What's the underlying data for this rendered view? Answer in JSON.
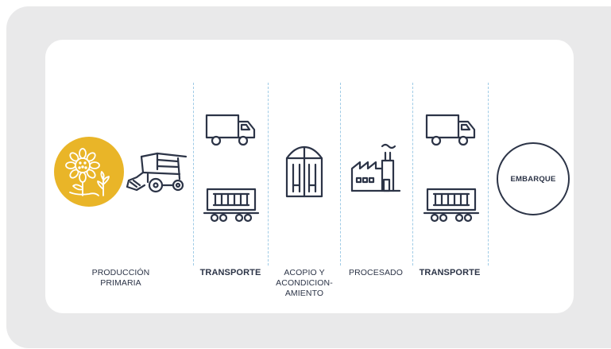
{
  "stages": {
    "produccion": {
      "label_line1": "PRODUCCIÓN",
      "label_line2": "PRIMARIA"
    },
    "transporte1": {
      "label": "TRANSPORTE"
    },
    "acopio": {
      "label_line1": "ACOPIO Y",
      "label_line2": "ACONDICION-",
      "label_line3": "AMIENTO"
    },
    "procesado": {
      "label": "PROCESADO"
    },
    "transporte2": {
      "label": "TRANSPORTE"
    },
    "embarque": {
      "label": "EMBARQUE"
    }
  },
  "icons": [
    "sunflower-icon",
    "harvester-icon",
    "truck-icon",
    "rail-wagon-icon",
    "silo-icon",
    "factory-icon",
    "truck-icon",
    "rail-wagon-icon"
  ],
  "colors": {
    "accent": "#e9b528",
    "ink": "#2c3447",
    "divider": "#9fcbe6",
    "panel": "#e9e9ea"
  }
}
